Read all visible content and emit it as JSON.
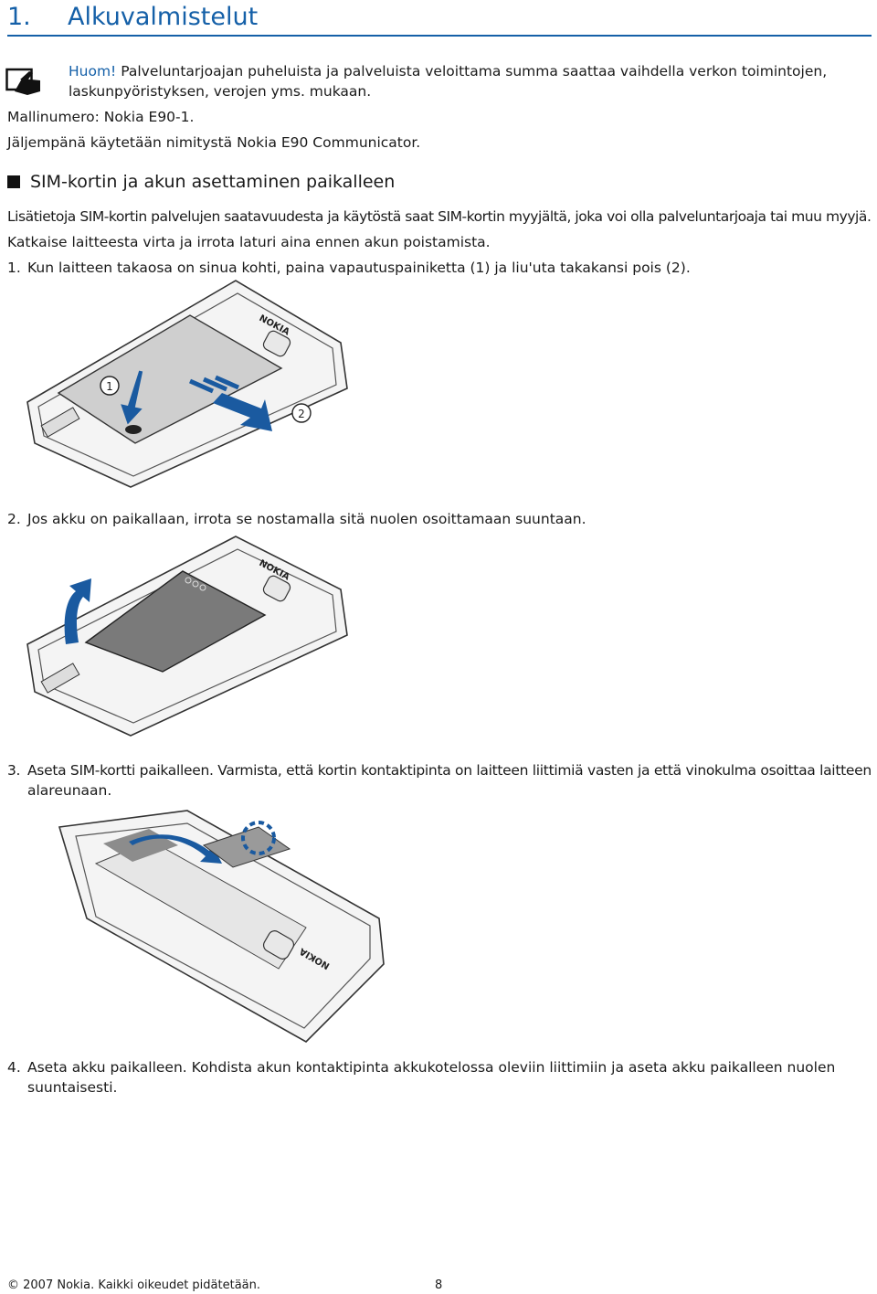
{
  "chapter": {
    "number": "1.",
    "title": "Alkuvalmistelut"
  },
  "note": {
    "label": "Huom!",
    "line1": "Palveluntarjoajan puheluista ja palveluista veloittama summa saattaa vaihdella verkon toimintojen,",
    "line2": "laskunpyöristyksen, verojen yms. mukaan."
  },
  "model_line": "Mallinumero: Nokia E90-1.",
  "device_name_line": "Jäljempänä käytetään nimitystä Nokia E90 Communicator.",
  "section": {
    "title": "SIM-kortin ja akun asettaminen paikalleen",
    "info": "Lisätietoja SIM-kortin palvelujen saatavuudesta ja käytöstä saat SIM-kortin myyjältä, joka voi olla palveluntarjoaja tai muu myyjä.",
    "warning": "Katkaise laitteesta virta ja irrota laturi aina ennen akun poistamista."
  },
  "steps": [
    {
      "num": "1.",
      "line1": "Kun laitteen takaosa on sinua kohti, paina vapautuspainiketta (1) ja liu'uta takakansi pois (2).",
      "line2": ""
    },
    {
      "num": "2.",
      "line1": "Jos akku on paikallaan, irrota se nostamalla sitä nuolen osoittamaan suuntaan.",
      "line2": ""
    },
    {
      "num": "3.",
      "line1": "Aseta SIM-kortti paikalleen. Varmista, että kortin kontaktipinta on laitteen liittimiä vasten ja että vinokulma osoittaa laitteen",
      "line2": "alareunaan."
    },
    {
      "num": "4.",
      "line1": "Aseta akku paikalleen. Kohdista akun kontaktipinta akkukotelossa oleviin liittimiin ja aseta akku paikalleen nuolen",
      "line2": "suuntaisesti."
    }
  ],
  "figures": {
    "brand": "NOKIA",
    "callout1": "1",
    "callout2": "2"
  },
  "footer": {
    "copyright": "© 2007 Nokia. Kaikki oikeudet pidätetään.",
    "page": "8"
  },
  "colors": {
    "accent": "#1560a8",
    "arrow": "#1a5aa0"
  }
}
